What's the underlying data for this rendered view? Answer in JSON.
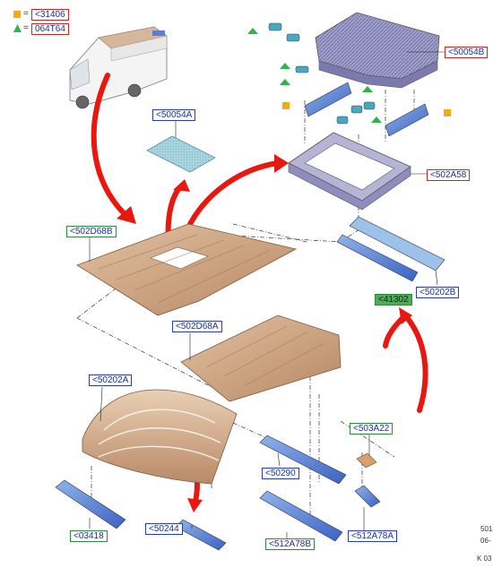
{
  "legend": [
    {
      "symbol": "orange-square",
      "eq": "=",
      "code": "<31406"
    },
    {
      "symbol": "green-triangle",
      "eq": "=",
      "code": "064T64"
    }
  ],
  "callouts": {
    "c50054B": "<50054B",
    "c50054A": "<50054A",
    "c502A58": "<502A58",
    "c502D68B": "<502D68B",
    "c502D68A": "<502D68A",
    "c41302": "<41302",
    "c50202B": "<50202B",
    "c50202A": "<50202A",
    "c503A22": "<503A22",
    "c50290": "<50290",
    "c03418": "<03418",
    "c50244": "<50244",
    "c512A78B": "<512A78B",
    "c512A78A": "<512A78A"
  },
  "corner_text": [
    "501",
    "06-",
    "K 03"
  ],
  "colors": {
    "callout_red": "#d0261f",
    "callout_blue": "#2a3ac0",
    "callout_green": "#2e8b3a",
    "arrow_red": "#e8170f",
    "panel_copper": "#c9a17e",
    "part_blue": "#4a78d0",
    "glass_cyan": "#9fcbe0",
    "hatch_purple": "#8a88b8"
  }
}
